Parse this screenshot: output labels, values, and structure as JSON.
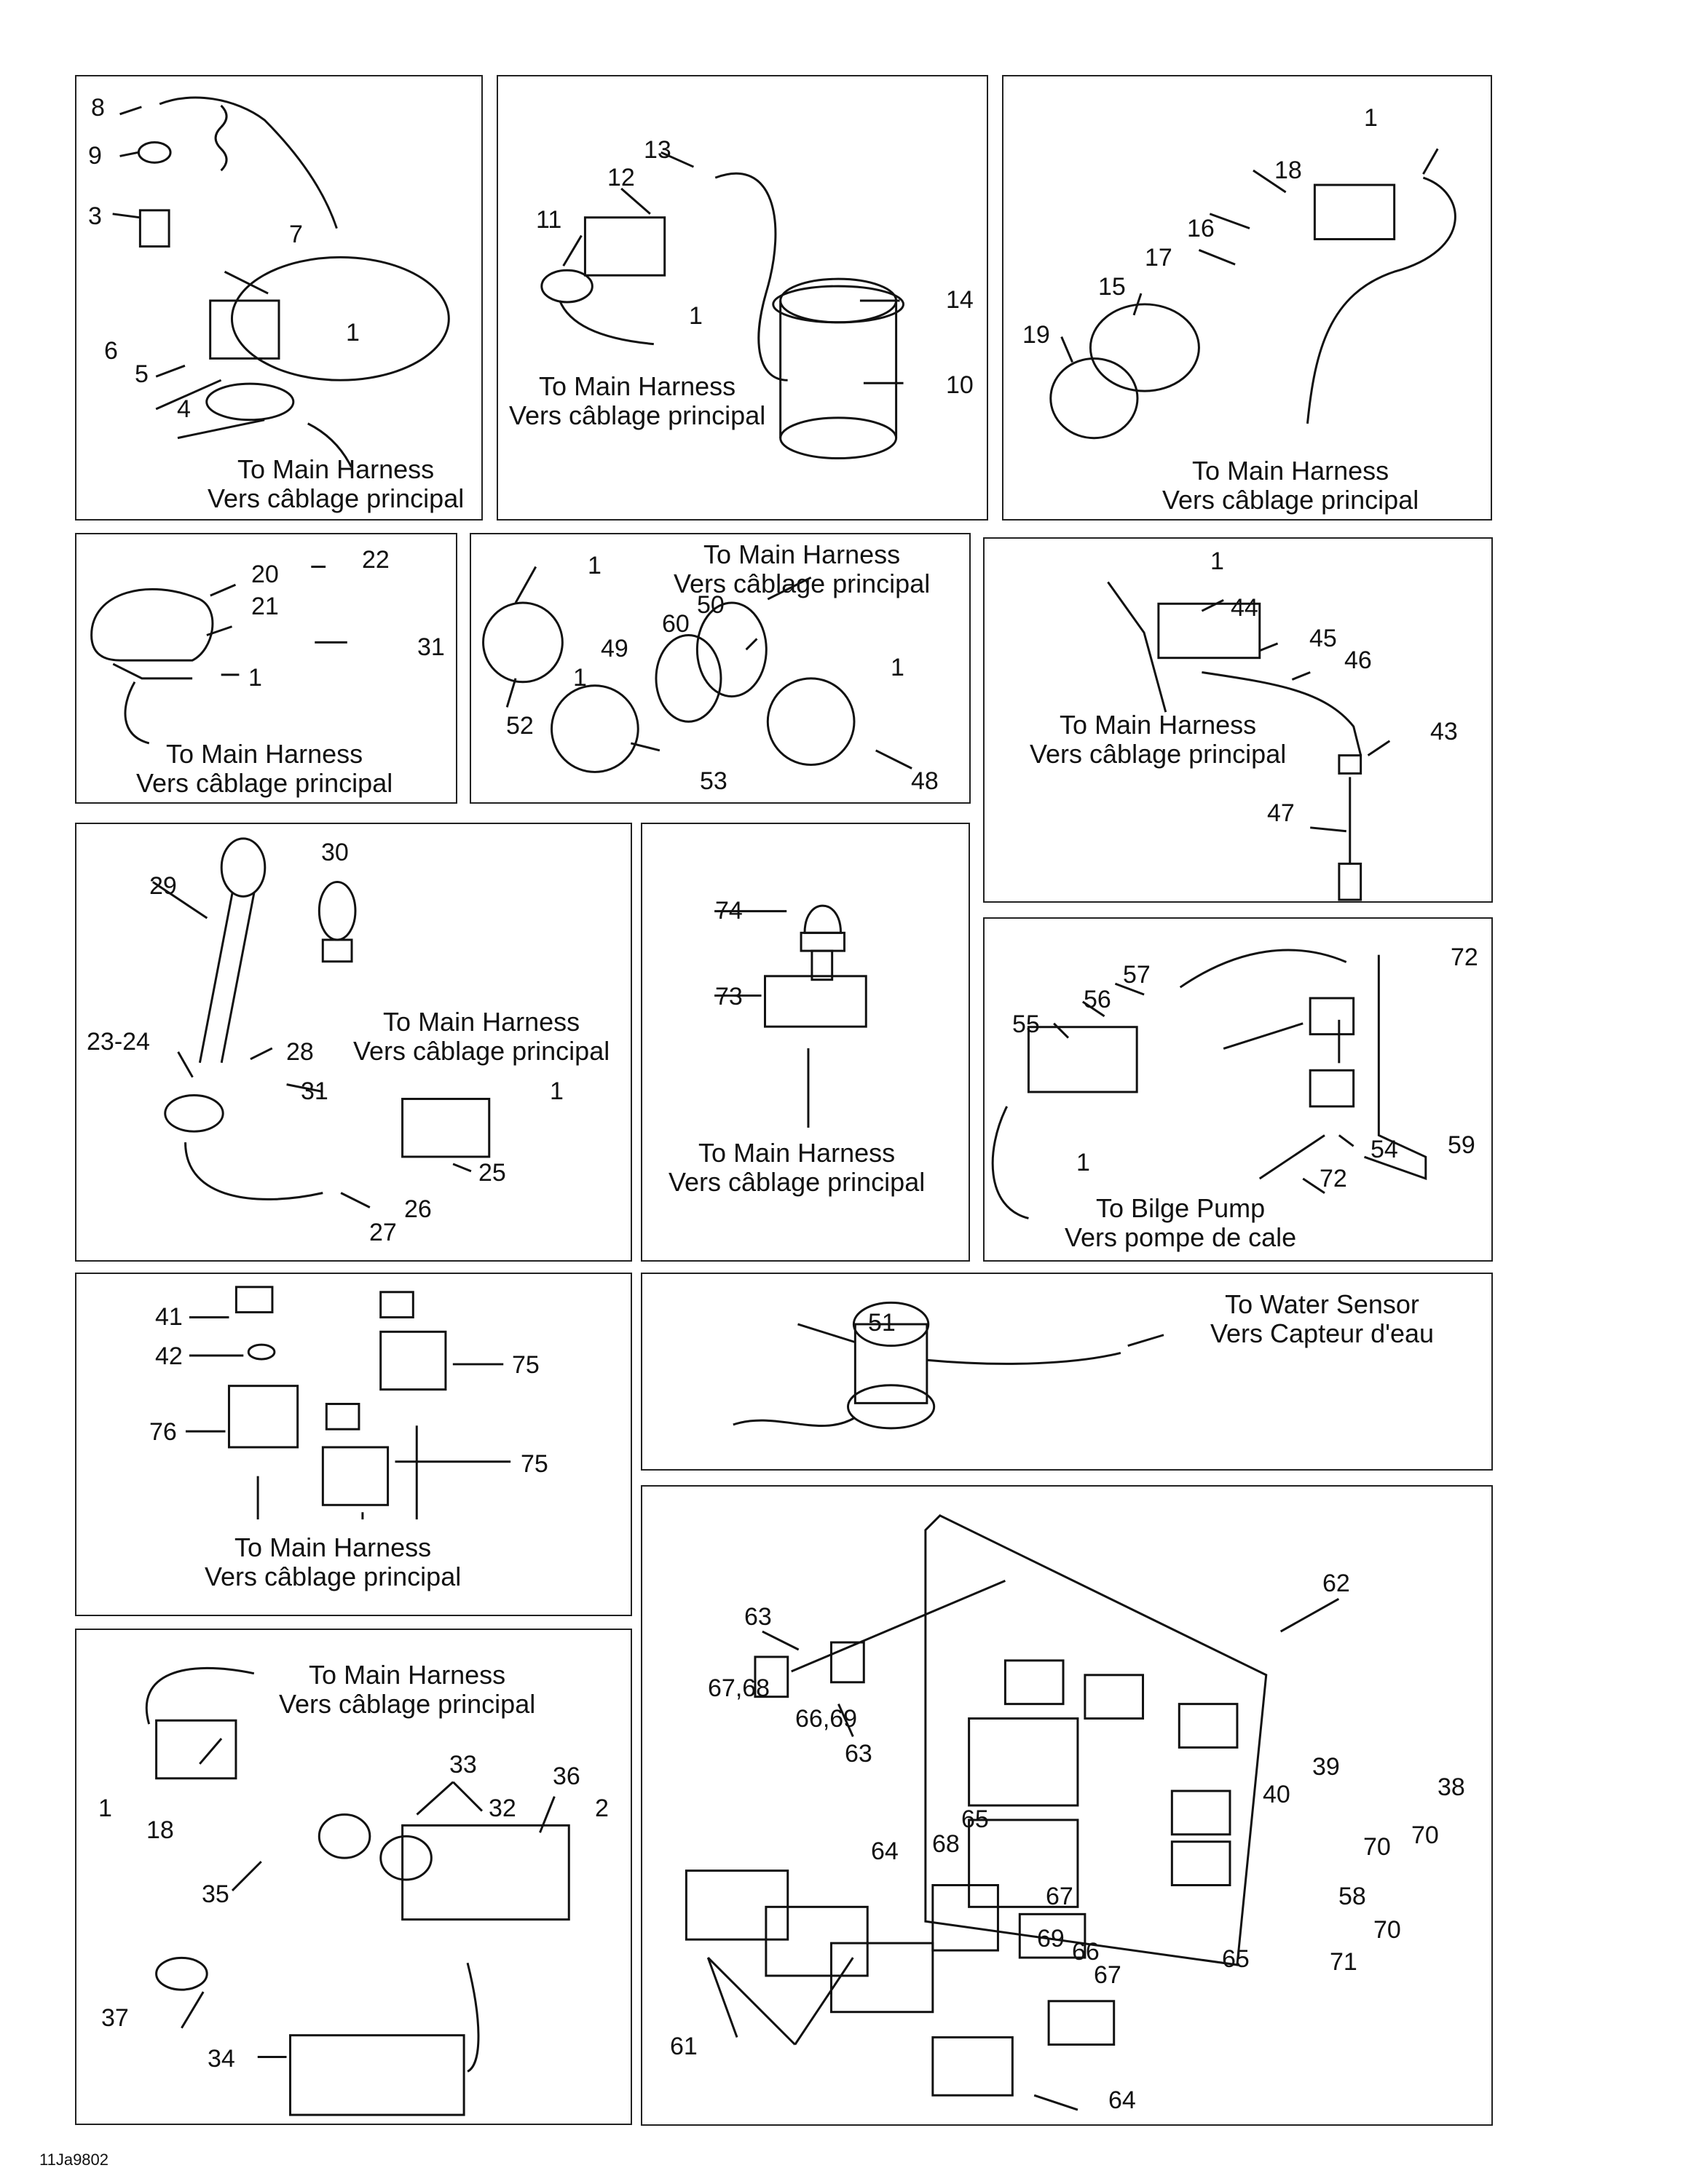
{
  "figure_code": "11Ja9802",
  "note_en": "To Main Harness",
  "note_fr": "Vers câblage principal",
  "panels": {
    "p1": {
      "labels": [
        "8",
        "9",
        "3",
        "7",
        "6",
        "5",
        "1",
        "4"
      ],
      "note_en": "To Main Harness",
      "note_fr": "Vers câblage principal"
    },
    "p2": {
      "labels": [
        "13",
        "12",
        "11",
        "1",
        "14",
        "10"
      ],
      "note_en": "To Main Harness",
      "note_fr": "Vers câblage principal"
    },
    "p3": {
      "labels": [
        "1",
        "18",
        "16",
        "17",
        "15",
        "19"
      ],
      "note_en": "To Main Harness",
      "note_fr": "Vers câblage principal"
    },
    "p4": {
      "labels": [
        "20",
        "22",
        "21",
        "31",
        "1"
      ],
      "note_en": "To Main Harness",
      "note_fr": "Vers câblage principal"
    },
    "p5": {
      "labels": [
        "1",
        "50",
        "60",
        "49",
        "1",
        "1",
        "52",
        "53",
        "48"
      ],
      "note_en": "To Main Harness",
      "note_fr": "Vers câblage principal"
    },
    "p6": {
      "labels": [
        "1",
        "44",
        "45",
        "46",
        "43",
        "47"
      ],
      "note_en": "To Main Harness",
      "note_fr": "Vers câblage principal"
    },
    "p7": {
      "labels": [
        "30",
        "29",
        "23-24",
        "28",
        "31",
        "1",
        "25",
        "26",
        "27"
      ],
      "note_en": "To Main Harness",
      "note_fr": "Vers câblage principal"
    },
    "p8": {
      "labels": [
        "74",
        "73"
      ],
      "note_en": "To Main Harness",
      "note_fr": "Vers câblage principal"
    },
    "p9": {
      "labels": [
        "72",
        "57",
        "56",
        "55",
        "54",
        "59",
        "72",
        "1"
      ],
      "note_en": "To Bilge Pump",
      "note_fr": "Vers pompe de cale"
    },
    "p10": {
      "labels": [
        "41",
        "42",
        "75",
        "76",
        "75"
      ],
      "note_en": "To Main Harness",
      "note_fr": "Vers câblage principal"
    },
    "p11": {
      "labels": [
        "51"
      ],
      "note_en": "To Water Sensor",
      "note_fr": "Vers Capteur d'eau"
    },
    "p12": {
      "labels": [
        "1",
        "18",
        "33",
        "36",
        "32",
        "2",
        "35",
        "37",
        "34"
      ],
      "note_en": "To Main Harness",
      "note_fr": "Vers câblage principal"
    },
    "p13": {
      "labels": [
        "62",
        "63",
        "67,68",
        "66,69",
        "63",
        "39",
        "38",
        "40",
        "70",
        "65",
        "68",
        "64",
        "70",
        "58",
        "67",
        "69",
        "66",
        "67",
        "70",
        "71",
        "65",
        "61",
        "64"
      ]
    }
  }
}
